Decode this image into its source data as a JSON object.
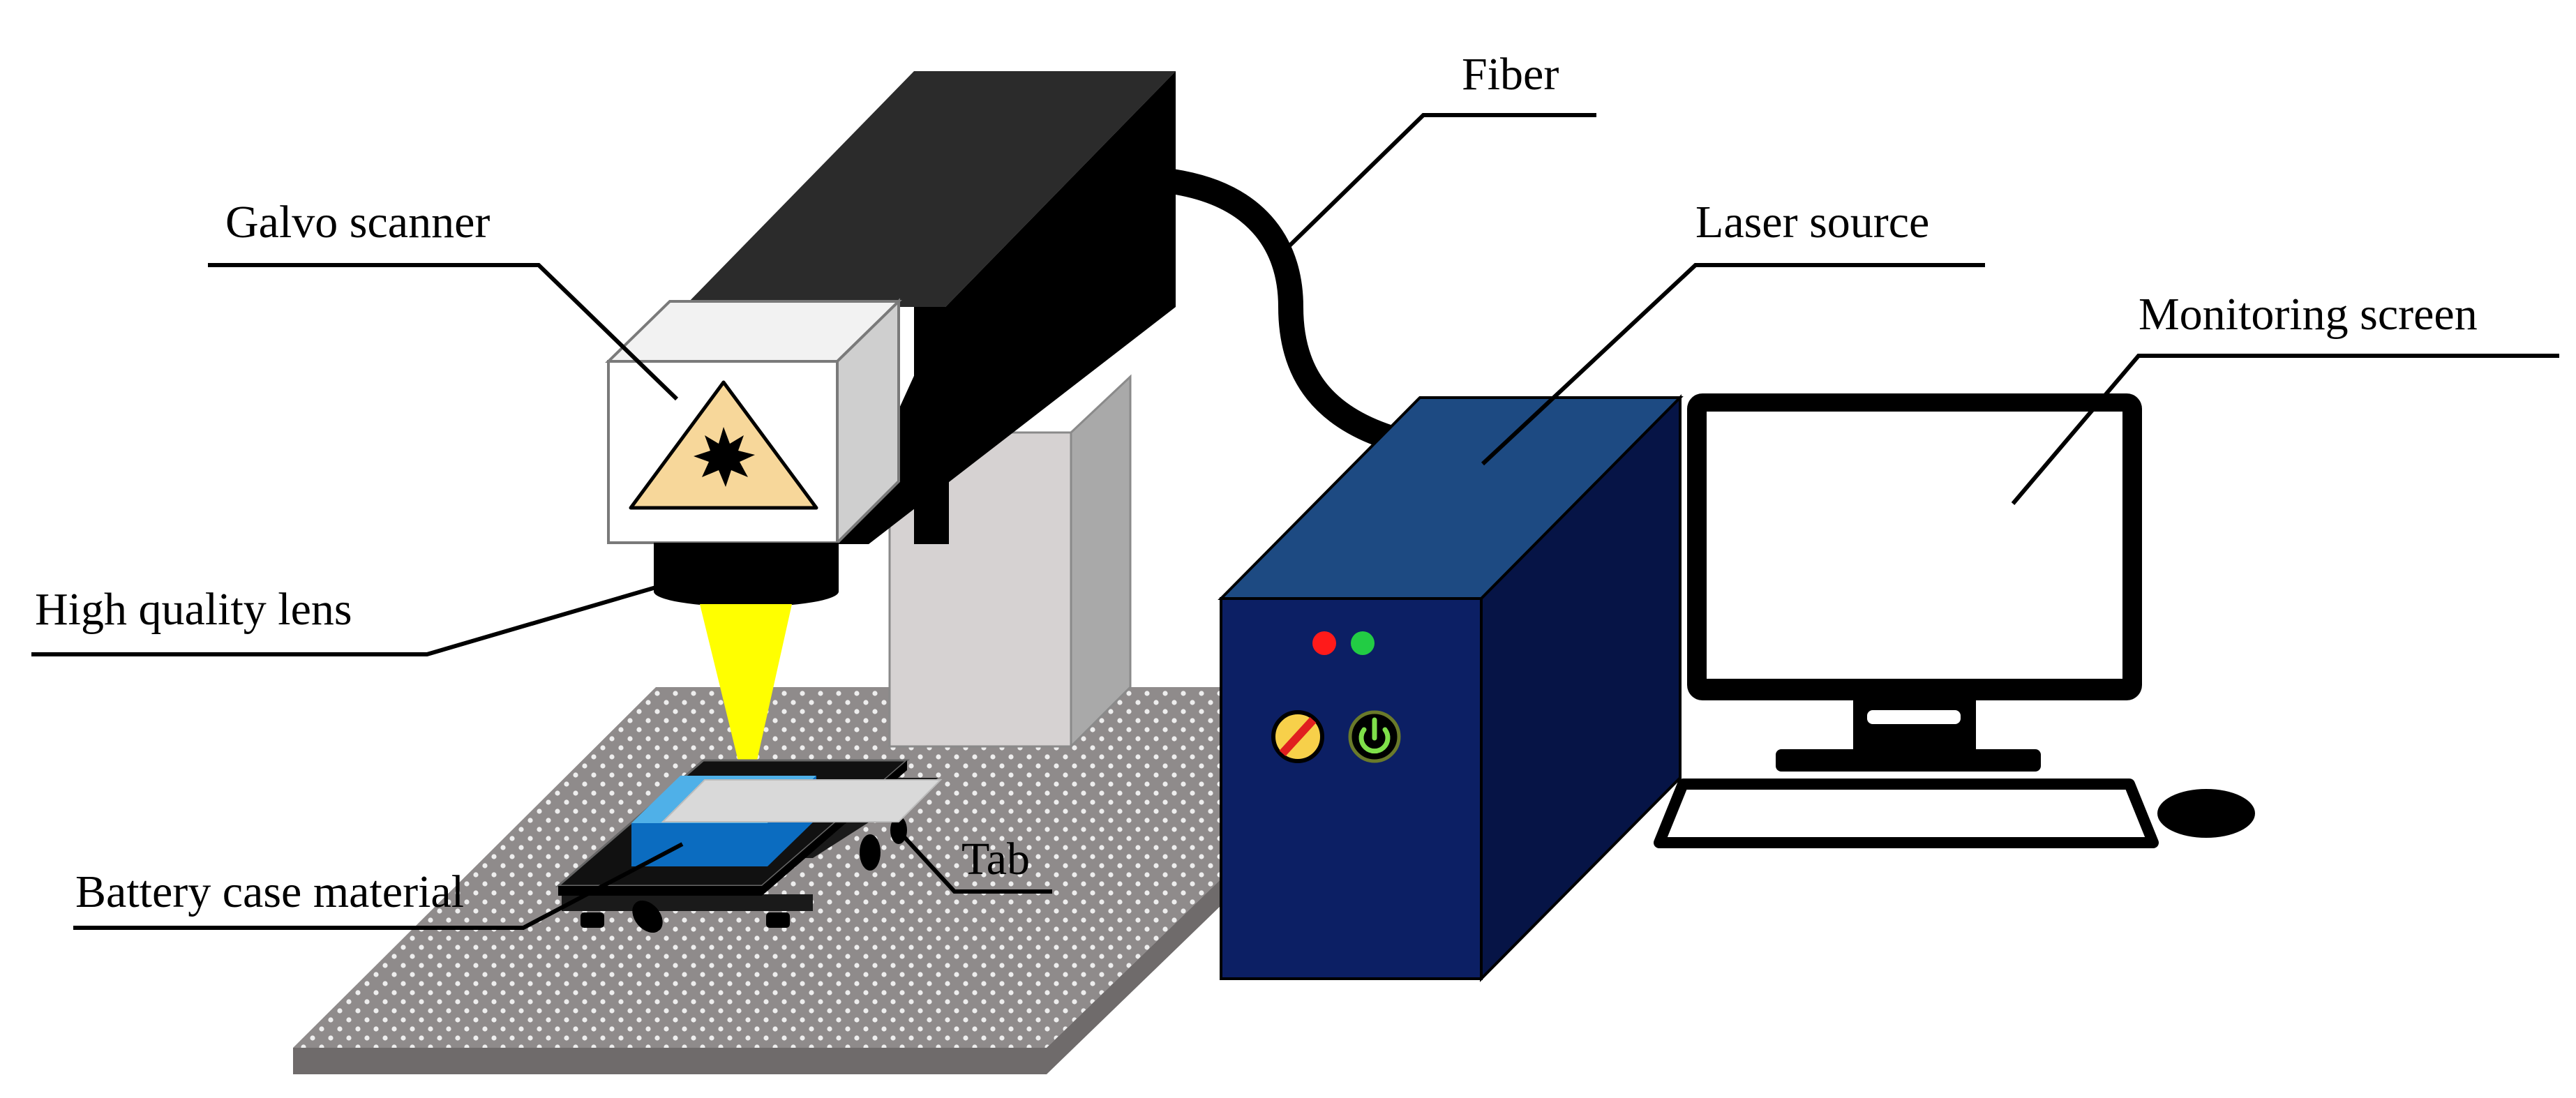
{
  "labels": {
    "fiber": "Fiber",
    "galvo_scanner": "Galvo scanner",
    "laser_source": "Laser source",
    "monitoring_screen": "Monitoring screen",
    "high_quality_lens": "High quality lens",
    "tab": "Tab",
    "battery_case_material": "Battery case material"
  },
  "colors": {
    "table_top": "#8f8b8b",
    "table_edge": "#6f6b6b",
    "column_front": "#d6d2d2",
    "column_side": "#a9a9a9",
    "arm_top": "#2b2b2b",
    "arm_side": "#000000",
    "scanner_front": "#ffffff",
    "scanner_side": "#cfcfcf",
    "warning_fill": "#f7d79a",
    "beam": "#ffff00",
    "laser_front": "#0c1f64",
    "laser_top": "#1d4a82",
    "laser_side": "#061446",
    "battery_top": "#4fb0e8",
    "battery_side": "#0b6cc0",
    "tab": "#d9d9d9",
    "led_red": "#ff1a1a",
    "led_green": "#22cc44",
    "knob": "#f7d04a",
    "power_icon": "#7fe04a"
  }
}
